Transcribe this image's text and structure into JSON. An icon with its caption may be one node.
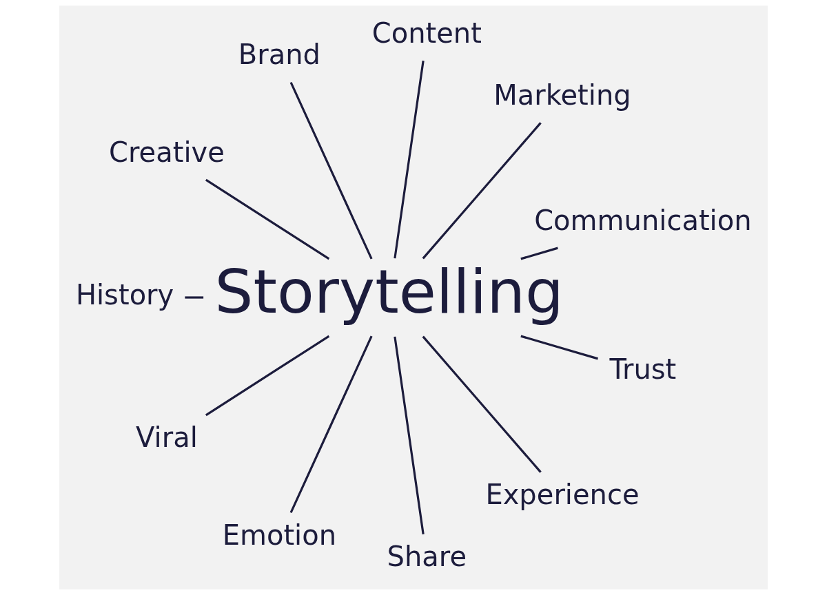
{
  "diagram": {
    "nodes": [
      {
        "text": [
          "Storytelling"
        ]
      },
      {
        "text": [
          "Communication"
        ]
      },
      {
        "text": [
          "Marketing"
        ]
      },
      {
        "text": [
          "Content"
        ]
      },
      {
        "text": [
          "Brand"
        ]
      },
      {
        "text": [
          "Creative"
        ]
      },
      {
        "text": [
          "History"
        ]
      },
      {
        "text": [
          "Viral"
        ]
      },
      {
        "text": [
          "Emotion"
        ]
      },
      {
        "text": [
          "Share"
        ]
      },
      {
        "text": [
          "Experience"
        ]
      },
      {
        "text": [
          "Trust"
        ]
      }
    ],
    "edges": [
      {
        "from": 0,
        "to": 1,
        "arrow": "none"
      },
      {
        "from": 0,
        "to": 2,
        "arrow": "none"
      },
      {
        "from": 0,
        "to": 3,
        "arrow": "none"
      },
      {
        "from": 0,
        "to": 4,
        "arrow": "none"
      },
      {
        "from": 0,
        "to": 5,
        "arrow": "none"
      },
      {
        "from": 0,
        "to": 6,
        "arrow": "none"
      },
      {
        "from": 0,
        "to": 7,
        "arrow": "none"
      },
      {
        "from": 0,
        "to": 8,
        "arrow": "none"
      },
      {
        "from": 0,
        "to": 9,
        "arrow": "none"
      },
      {
        "from": 0,
        "to": 10,
        "arrow": "none"
      },
      {
        "from": 0,
        "to": 11,
        "arrow": "none"
      }
    ]
  }
}
